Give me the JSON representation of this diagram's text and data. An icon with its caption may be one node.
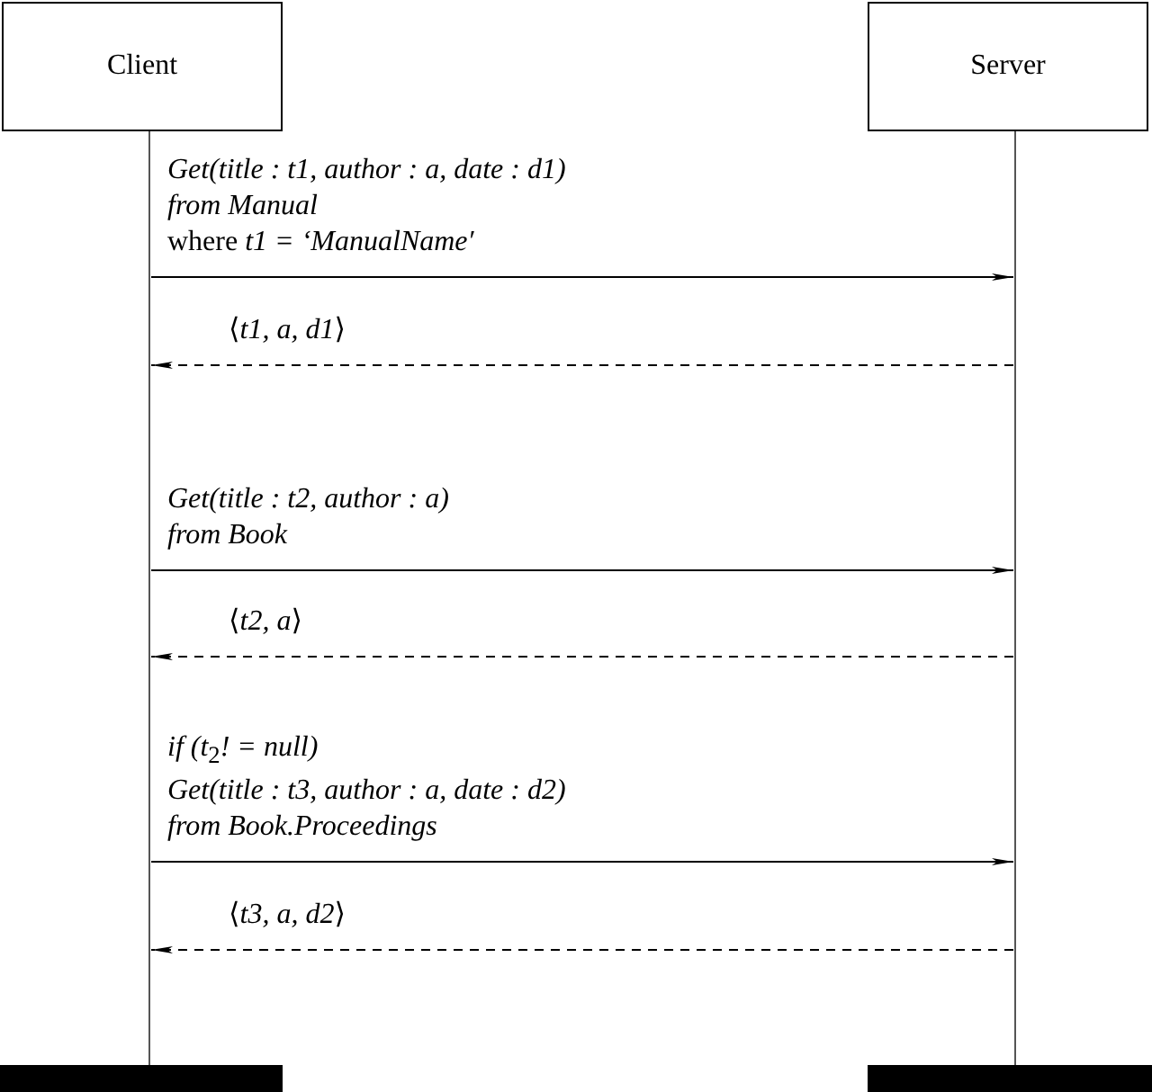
{
  "diagram": {
    "nodes": [
      {
        "text": [
          "Client"
        ]
      },
      {
        "text": [
          "Server"
        ]
      },
      {
        "text": [],
        "shape": "line"
      },
      {
        "text": [],
        "shape": "line"
      },
      {
        "text": [],
        "shape": "bar"
      },
      {
        "text": [],
        "shape": "bar"
      }
    ],
    "edges": [
      {
        "from": 2,
        "to": 3,
        "arrow": "to",
        "label": "*Get(title : t1, author : a, date : d1)* *from Manual* where *t1 = ‘ManualName′*"
      },
      {
        "from": 3,
        "to": 2,
        "arrow": "to",
        "style": "dashed",
        "label": "⟨*t1, a, d1*⟩"
      },
      {
        "from": 2,
        "to": 3,
        "arrow": "to",
        "label": "*Get(title : t2, author : a)* *from Book*"
      },
      {
        "from": 3,
        "to": 2,
        "arrow": "to",
        "style": "dashed",
        "label": "⟨*t2, a*⟩"
      },
      {
        "from": 2,
        "to": 3,
        "arrow": "to",
        "label": "*if (t*$_{2}$*! = null)* *Get(title : t3, author : a, date : d2)* *from Book.Proceedings*"
      },
      {
        "from": 3,
        "to": 2,
        "arrow": "to",
        "style": "dashed",
        "label": "⟨*t3, a, d2*⟩"
      }
    ]
  }
}
